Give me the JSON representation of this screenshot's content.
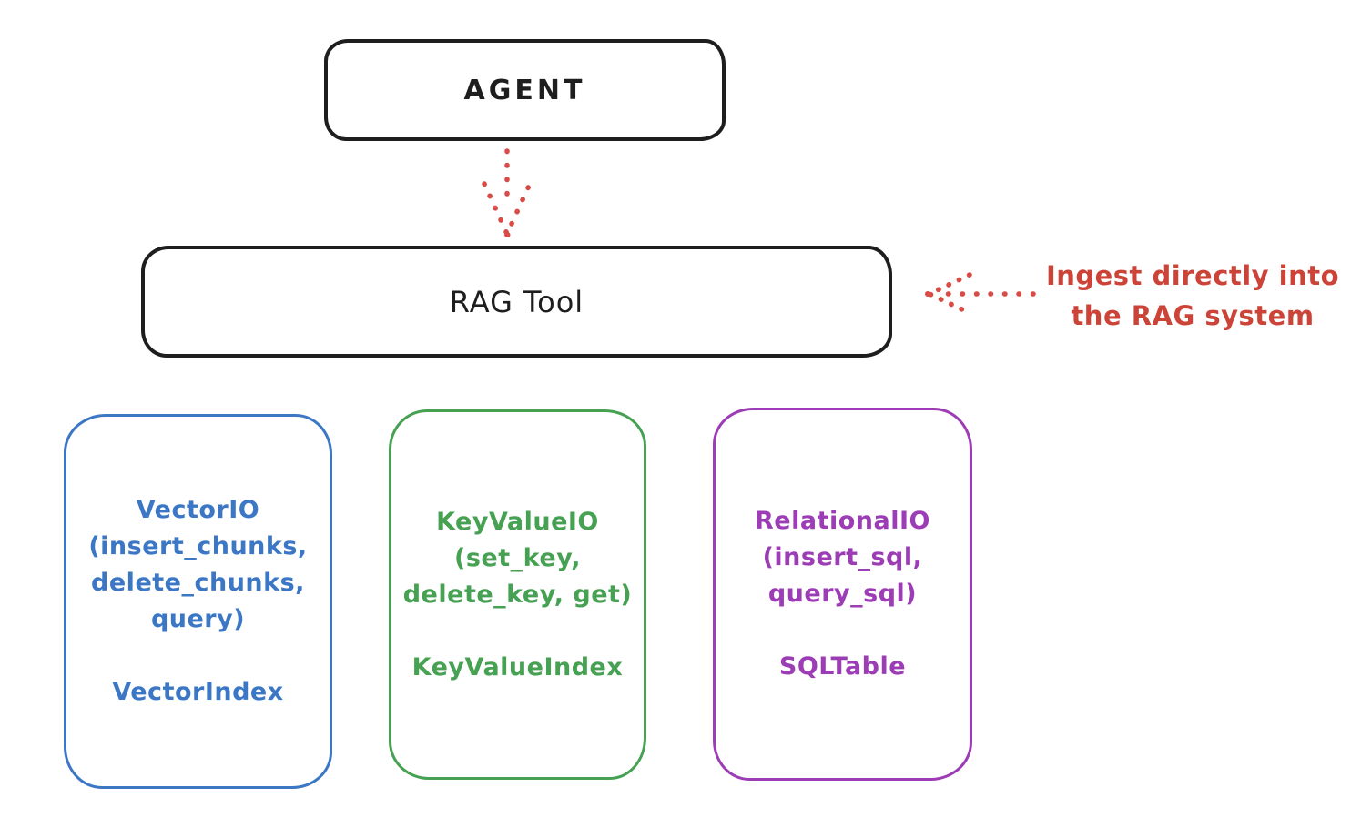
{
  "canvas": {
    "background": "#ffffff"
  },
  "nodes": {
    "agent": {
      "label": "AGENT",
      "stroke": "#1e1e1e"
    },
    "rag_tool": {
      "label": "RAG Tool",
      "stroke": "#1e1e1e"
    },
    "vector_io": {
      "lines": [
        "VectorIO",
        "(insert_chunks,",
        "delete_chunks,",
        "query)",
        "",
        "VectorIndex"
      ],
      "color": "#3b77c4"
    },
    "key_value_io": {
      "lines": [
        "KeyValueIO",
        "(set_key,",
        "delete_key, get)",
        "",
        "KeyValueIndex"
      ],
      "color": "#46a153"
    },
    "relational_io": {
      "lines": [
        "RelationalIO",
        "(insert_sql,",
        "query_sql)",
        "",
        "SQLTable"
      ],
      "color": "#9d3db6"
    }
  },
  "annotation": {
    "lines": [
      "Ingest directly into",
      "the RAG system"
    ],
    "color": "#cc4338"
  },
  "arrows": {
    "agent_to_rag_tool": {
      "style": "dotted",
      "direction": "down",
      "color": "#d94b45"
    },
    "ingest_to_rag_tool": {
      "style": "dotted",
      "direction": "left",
      "color": "#d94b45"
    }
  }
}
